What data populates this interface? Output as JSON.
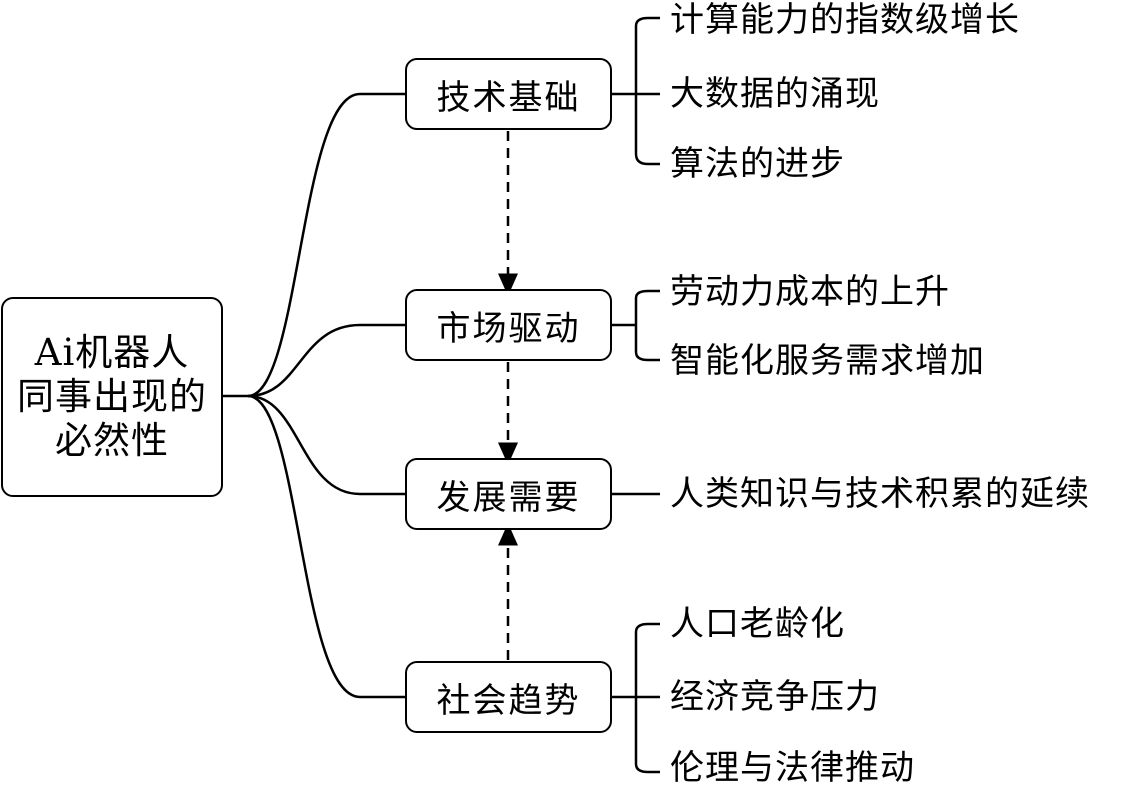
{
  "root": {
    "lines": [
      "Ai机器人",
      "同事出现的",
      "必然性"
    ]
  },
  "branches": [
    {
      "label": "技术基础",
      "items": [
        "计算能力的指数级增长",
        "大数据的涌现",
        "算法的进步"
      ]
    },
    {
      "label": "市场驱动",
      "items": [
        "劳动力成本的上升",
        "智能化服务需求增加"
      ]
    },
    {
      "label": "发展需要",
      "items": [
        "人类知识与技术积累的延续"
      ]
    },
    {
      "label": "社会趋势",
      "items": [
        "人口老龄化",
        "经济竞争压力",
        "伦理与法律推动"
      ]
    }
  ]
}
